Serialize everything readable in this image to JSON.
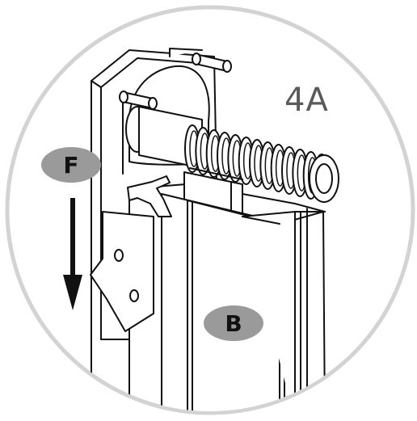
{
  "diagram": {
    "step_label": "4A",
    "label_f": "F",
    "label_b": "B",
    "colors": {
      "circle_border": "#d3d3d3",
      "line": "#111111",
      "badge": "#9a9a9a",
      "step_text": "#5a5a5a",
      "background": "#ffffff"
    },
    "icons": [
      "down-arrow-icon"
    ]
  }
}
